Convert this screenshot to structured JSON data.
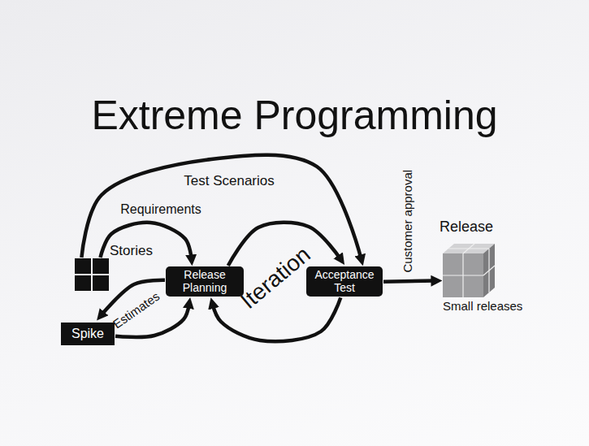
{
  "diagram": {
    "title": "Extreme Programming",
    "nodes": [
      {
        "text": [
          "Stories"
        ]
      },
      {
        "text": [
          "Release Planning"
        ]
      },
      {
        "text": [
          "Acceptance Test"
        ]
      },
      {
        "text": [
          "Release",
          "Small releases"
        ]
      },
      {
        "text": [
          "Spike"
        ]
      }
    ],
    "edges": [
      {
        "from": 0,
        "to": 2,
        "label": "Test Scenarios",
        "arrow": "to"
      },
      {
        "from": 0,
        "to": 1,
        "label": "Requirements",
        "arrow": "to"
      },
      {
        "from": 1,
        "to": 4,
        "label": "Estimates",
        "arrow": "to"
      },
      {
        "from": 4,
        "to": 1,
        "arrow": "to"
      },
      {
        "from": 1,
        "to": 2,
        "label": "Iteration",
        "arrow": "to"
      },
      {
        "from": 2,
        "to": 1,
        "arrow": "to"
      },
      {
        "from": 2,
        "to": 3,
        "label": "Customer approval",
        "arrow": "to"
      }
    ]
  }
}
